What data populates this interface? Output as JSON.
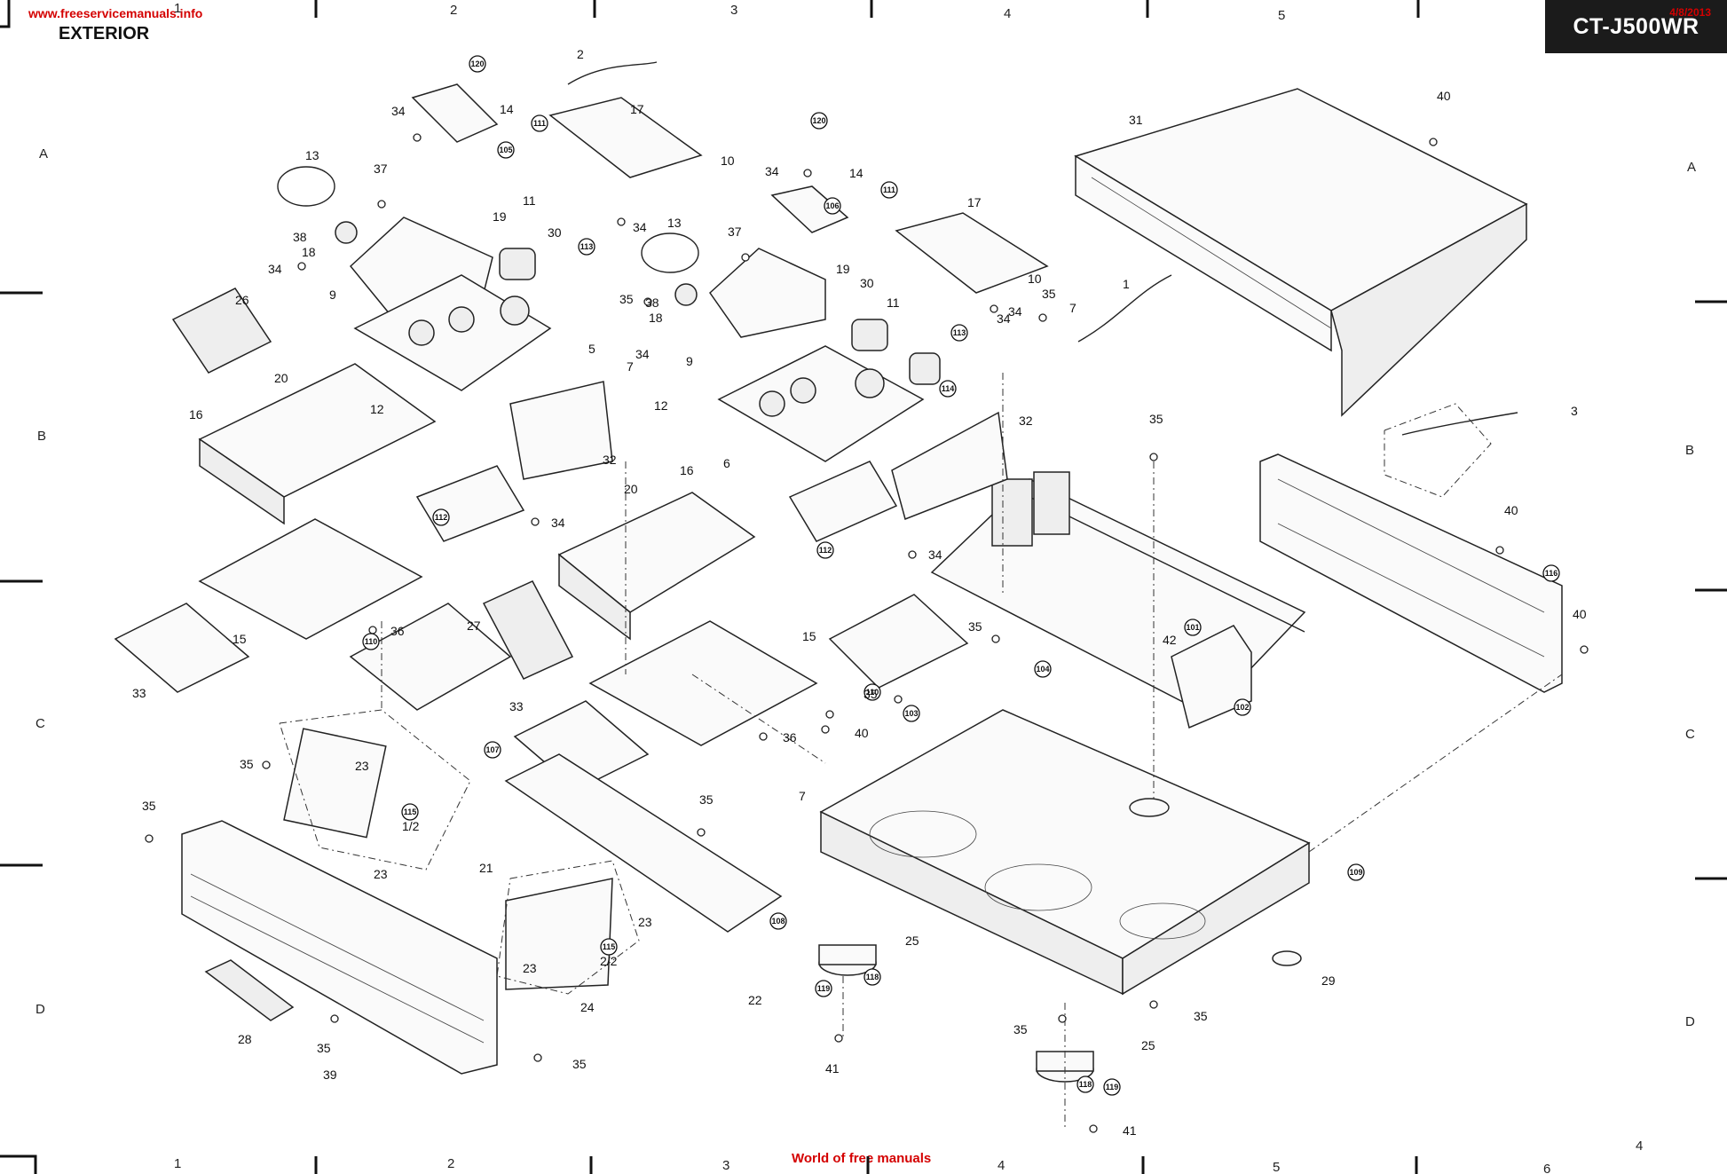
{
  "header": {
    "watermark_top": "www.freeservicemanuals.info",
    "section_title": "EXTERIOR",
    "model": "CT-J500WR",
    "date": "4/8/2013"
  },
  "footer": {
    "watermark_bottom": "World of free manuals",
    "page_number": "4"
  },
  "grid": {
    "columns_top": [
      "1",
      "2",
      "3",
      "4",
      "5"
    ],
    "columns_bottom": [
      "1",
      "2",
      "3",
      "4",
      "5",
      "6"
    ],
    "rows": [
      "A",
      "B",
      "C",
      "D"
    ]
  },
  "labels": {
    "p1": "1",
    "p2": "2",
    "p3": "3",
    "p5": "5",
    "p6": "6",
    "p7a": "7",
    "p7b": "7",
    "p7c": "7",
    "p9a": "9",
    "p9b": "9",
    "p10a": "10",
    "p10b": "10",
    "p11a": "11",
    "p11b": "11",
    "p12a": "12",
    "p12b": "12",
    "p13a": "13",
    "p13b": "13",
    "p14a": "14",
    "p14b": "14",
    "p15a": "15",
    "p15b": "15",
    "p16a": "16",
    "p16b": "16",
    "p17a": "17",
    "p17b": "17",
    "p18a": "18",
    "p18b": "18",
    "p19a": "19",
    "p19b": "19",
    "p20a": "20",
    "p20b": "20",
    "p21": "21",
    "p22": "22",
    "p23a": "23",
    "p23b": "23",
    "p23c": "23",
    "p23d": "23",
    "p24": "24",
    "p25a": "25",
    "p25b": "25",
    "p26": "26",
    "p27": "27",
    "p28": "28",
    "p29": "29",
    "p30a": "30",
    "p30b": "30",
    "p31": "31",
    "p32a": "32",
    "p32b": "32",
    "p33a": "33",
    "p33b": "33",
    "p34a": "34",
    "p34b": "34",
    "p34c": "34",
    "p34d": "34",
    "p34e": "34",
    "p34f": "34",
    "p34g": "34",
    "p34h": "34",
    "p34i": "34",
    "p35a": "35",
    "p35b": "35",
    "p35c": "35",
    "p35d": "35",
    "p35e": "35",
    "p35f": "35",
    "p35g": "35",
    "p35h": "35",
    "p35i": "35",
    "p35j": "35",
    "p35k": "35",
    "p36a": "36",
    "p36b": "36",
    "p37a": "37",
    "p37b": "37",
    "p38a": "38",
    "p38b": "38",
    "p39": "39",
    "p40a": "40",
    "p40b": "40",
    "p40c": "40",
    "p40d": "40",
    "p41a": "41",
    "p41b": "41",
    "p42": "42",
    "c101": "101",
    "c102": "102",
    "c103": "103",
    "c104": "104",
    "c105": "105",
    "c106": "106",
    "c107": "107",
    "c108": "108",
    "c109": "109",
    "c110a": "110",
    "c110b": "110",
    "c111a": "111",
    "c111b": "111",
    "c112a": "112",
    "c112b": "112",
    "c113a": "113",
    "c113b": "113",
    "c114": "114",
    "c115a": "115",
    "c115b": "115",
    "c115a_sub": "1/2",
    "c115b_sub": "2/2",
    "c116": "116",
    "c118a": "118",
    "c118b": "118",
    "c119a": "119",
    "c119b": "119",
    "c120a": "120",
    "c120b": "120"
  }
}
